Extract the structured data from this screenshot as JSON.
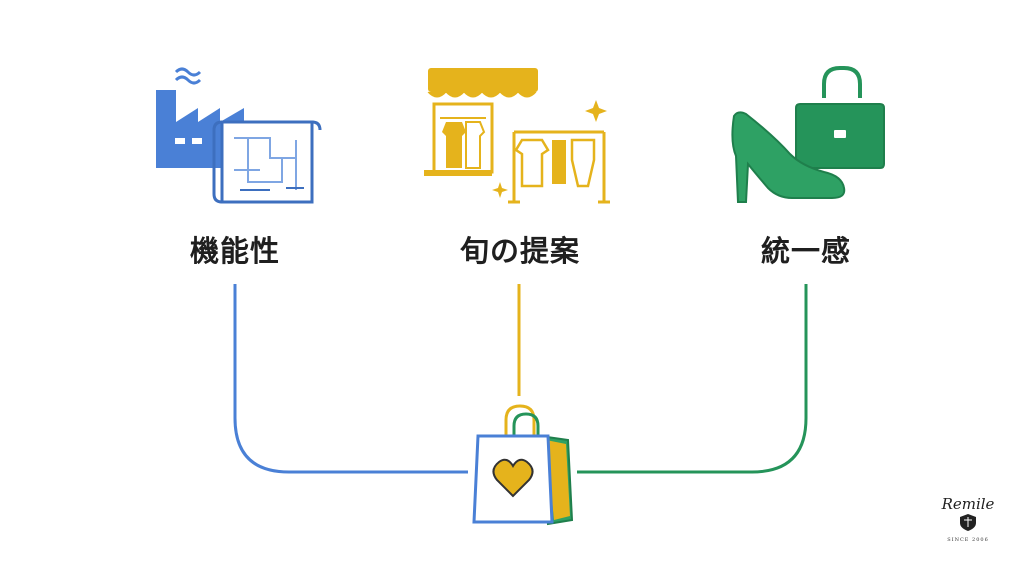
{
  "nodes": [
    {
      "id": "left",
      "label": "機能性",
      "icon": "factory-blueprint-icon",
      "color": "#4a80d6"
    },
    {
      "id": "mid",
      "label": "旬の提案",
      "icon": "clothing-store-rack-icon",
      "color": "#e5b31c"
    },
    {
      "id": "right",
      "label": "統一感",
      "icon": "high-heel-handbag-icon",
      "color": "#25945a"
    }
  ],
  "center": {
    "icon": "shopping-bag-heart-icon"
  },
  "brand": {
    "name": "Remile",
    "since": "SINCE 2006"
  },
  "colors": {
    "blue": "#4a80d6",
    "yellow": "#e5b31c",
    "green": "#25945a",
    "text": "#1f1f1f"
  }
}
